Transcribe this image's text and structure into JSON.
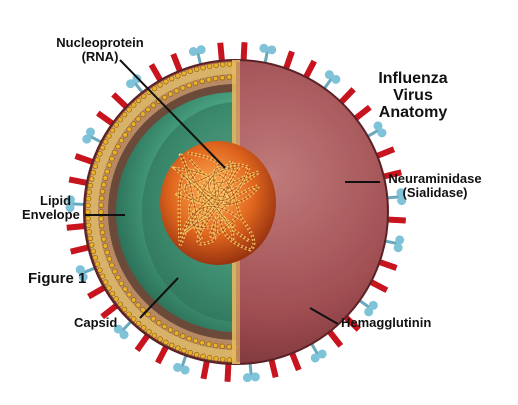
{
  "title": [
    "Influenza",
    "Virus",
    "Anatomy"
  ],
  "figure_label": "Figure 1",
  "labels": {
    "nucleoprotein": [
      "Nucleoprotein",
      "(RNA)"
    ],
    "lipid_envelope": [
      "Lipid",
      "Envelope"
    ],
    "neuraminidase": [
      "Neuraminidase",
      "(Sialidase)"
    ],
    "capsid": "Capsid",
    "hemagglutinin": "Hemagglutinin"
  },
  "colors": {
    "hemagglutinin_spike": "#c8141e",
    "neuraminidase_spike": "#7fc3d8",
    "envelope_outer": "#c9a25a",
    "envelope_bead": "#e9b22a",
    "interior_surface": "#a04e52",
    "capsid_green": "#4fae8a",
    "rna_core": "#e0661e"
  }
}
